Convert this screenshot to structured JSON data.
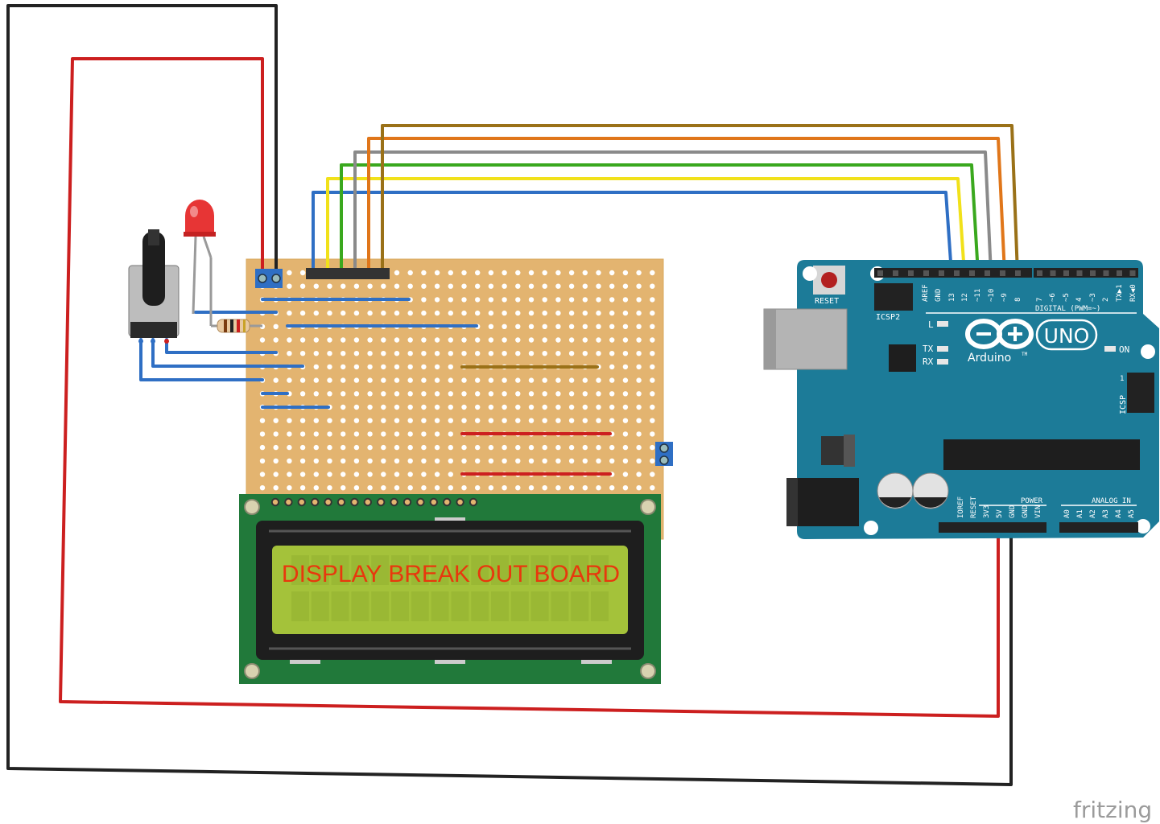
{
  "lcd": {
    "text": "DISPLAY BREAK OUT BOARD"
  },
  "arduino": {
    "reset": "RESET",
    "icsp2": "ICSP2",
    "icsp": "ICSP",
    "icsp_pin": "1",
    "digital": "DIGITAL (PWM=~)",
    "logo_text": "Arduino",
    "tm": "TM",
    "model": "UNO",
    "on": "ON",
    "l": "L",
    "tx": "TX",
    "rx": "RX",
    "power": "POWER",
    "analog_in": "ANALOG IN",
    "top_pins": [
      "AREF",
      "GND",
      "13",
      "12",
      "~11",
      "~10",
      "~9",
      "8",
      "7",
      "~6",
      "~5",
      "4",
      "~3",
      "2",
      "TX▶1",
      "RX◀0"
    ],
    "power_pins": [
      "IOREF",
      "RESET",
      "3V3",
      "5V",
      "GND",
      "GND",
      "VIN"
    ],
    "analog_pins": [
      "A0",
      "A1",
      "A2",
      "A3",
      "A4",
      "A5"
    ]
  },
  "watermark": "fritzing",
  "colors": {
    "wire_red": "#cc1f1f",
    "wire_black": "#222222",
    "wire_blue": "#2f6fc4",
    "wire_yellow": "#f1e11a",
    "wire_green": "#3aa81e",
    "wire_gray": "#8a8a8a",
    "wire_orange": "#e0761a",
    "wire_brown": "#9a7118",
    "stripboard": "#e3b470",
    "lcd_pcb": "#21793a",
    "lcd_screen": "#a4c23a",
    "arduino_board": "#1c7b98"
  }
}
